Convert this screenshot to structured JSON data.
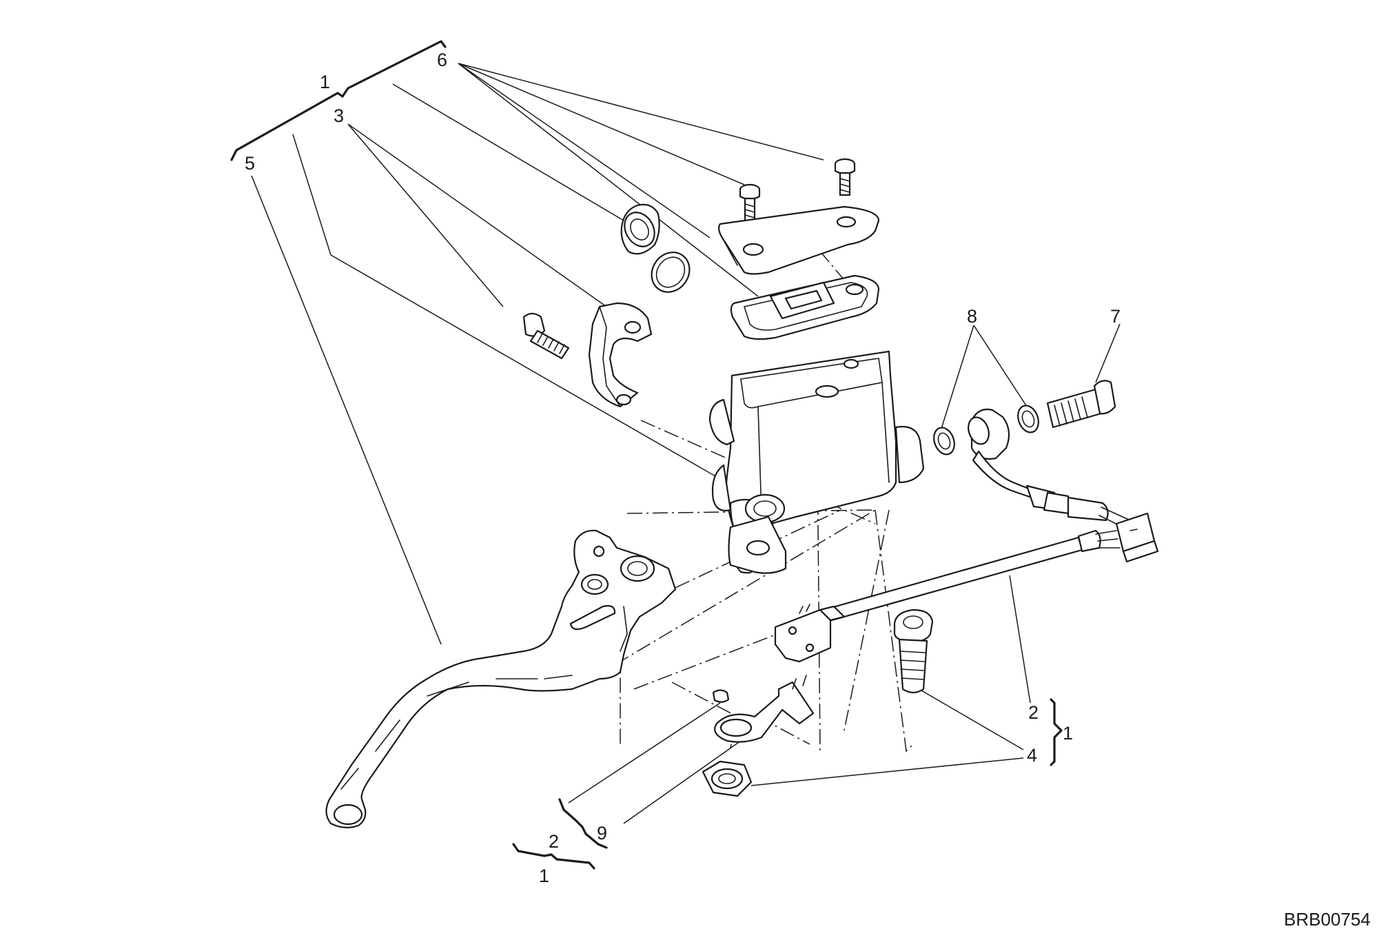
{
  "callouts": {
    "c1_top": "1",
    "c6": "6",
    "c3": "3",
    "c5": "5",
    "c8": "8",
    "c7": "7",
    "c2_right": "2",
    "c1_right": "1",
    "c4": "4",
    "c9": "9",
    "c2_bottom": "2",
    "c1_bottom": "1"
  },
  "drawing_code": "BRB00754"
}
